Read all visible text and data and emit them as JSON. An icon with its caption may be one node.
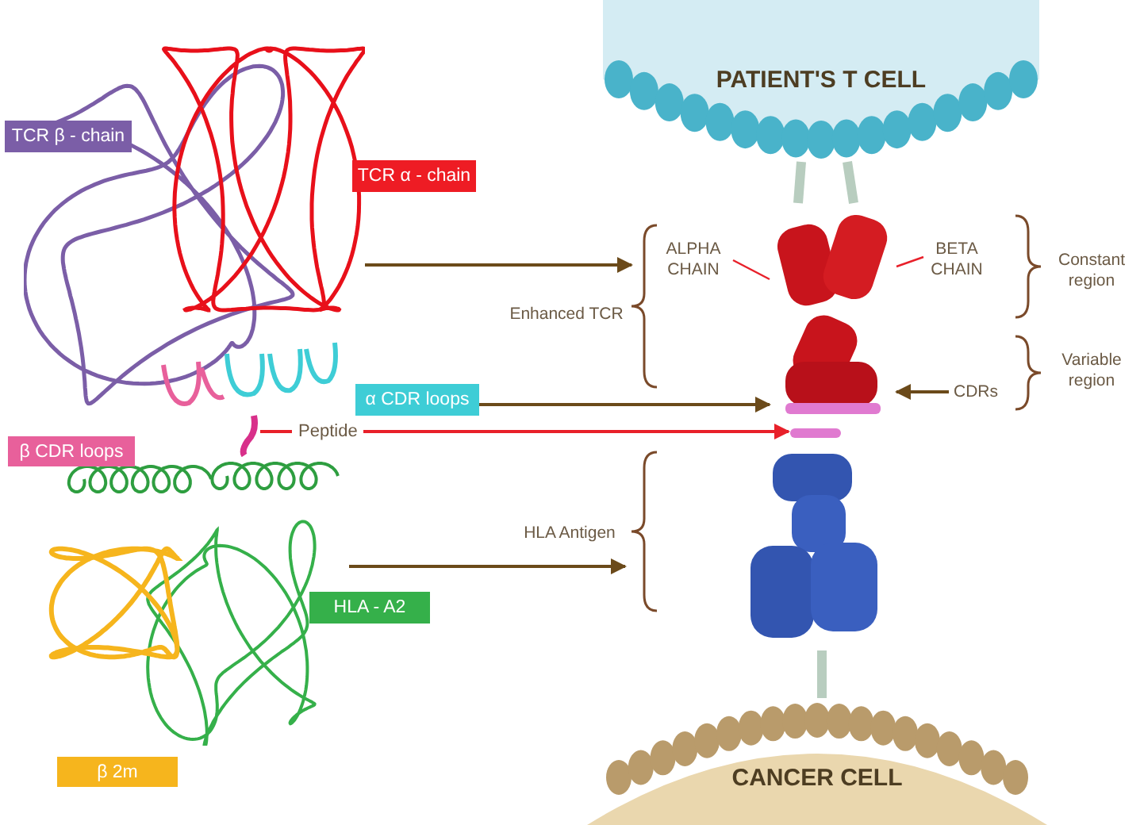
{
  "diagram": {
    "nodes": [
      {
        "text": [
          "TCR β - chain"
        ]
      },
      {
        "text": [
          "TCR α - chain"
        ]
      },
      {
        "text": [
          "α CDR loops"
        ]
      },
      {
        "text": [
          "β CDR loops"
        ]
      },
      {
        "text": [
          "HLA - A2"
        ]
      },
      {
        "text": [
          "β 2m"
        ]
      },
      {
        "text": [
          "Enhanced TCR"
        ]
      },
      {
        "text": [
          "HLA Antigen"
        ]
      },
      {
        "text": [
          "ALPHA CHAIN"
        ]
      },
      {
        "text": [
          "BETA CHAIN"
        ]
      },
      {
        "text": [
          "Constant region"
        ]
      },
      {
        "text": [
          "Variable region"
        ]
      },
      {
        "text": [
          "CDRs"
        ]
      },
      {
        "text": [
          "PATIENT'S T CELL"
        ]
      },
      {
        "text": [
          "CANCER CELL"
        ]
      },
      {
        "text": [],
        "shape": "picture"
      },
      {
        "text": [],
        "shape": "picture"
      },
      {
        "text": [],
        "shape": "picture"
      },
      {
        "text": [],
        "shape": "picture"
      },
      {
        "text": [],
        "shape": "picture"
      },
      {
        "text": [],
        "shape": "bar"
      }
    ],
    "edges": [
      {
        "from": 15,
        "to": 6,
        "arrow": "to"
      },
      {
        "from": 2,
        "to": 17,
        "arrow": "to"
      },
      {
        "from": 19,
        "to": 20,
        "arrow": "to",
        "label": "Peptide",
        "color": "#e8202a"
      },
      {
        "from": 16,
        "to": 7,
        "arrow": "to"
      },
      {
        "from": 8,
        "to": 17,
        "arrow": "none",
        "color": "#e8202a"
      },
      {
        "from": 9,
        "to": 17,
        "arrow": "none",
        "color": "#e8202a"
      },
      {
        "from": 12,
        "to": 17,
        "arrow": "to"
      },
      {
        "from": 13,
        "to": 17,
        "arrow": "none",
        "style": "thick",
        "color": "#b8cdbf"
      },
      {
        "from": 13,
        "to": 17,
        "arrow": "none",
        "style": "thick",
        "color": "#b8cdbf"
      },
      {
        "from": 18,
        "to": 14,
        "arrow": "none",
        "style": "thick",
        "color": "#b8cdbf"
      }
    ]
  }
}
